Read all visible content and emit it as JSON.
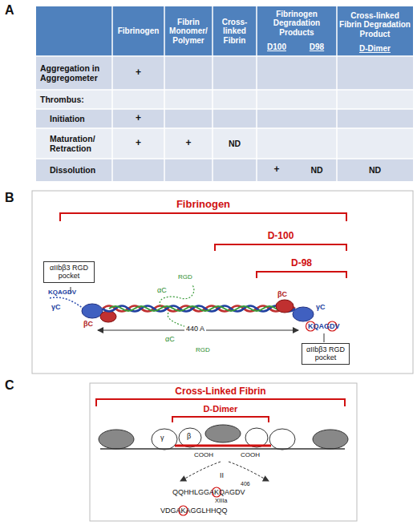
{
  "diagram": {
    "nodes": [
      {
        "text": [
          "αIIbβ3 RGD pocket"
        ]
      },
      {
        "text": [
          "αIIbβ3 RGD pocket"
        ]
      }
    ],
    "labels": [
      "A",
      "Fibrinogen",
      "Fibrin Monomer/ Polymer",
      "Cross-linked Fibrin",
      "Fibrinogen Degradation Products",
      "D100",
      "D98",
      "Cross-linked Fibrin Degradation Product",
      "D-Dimer",
      "Aggregation in Aggregometer",
      "+",
      "Thrombus:",
      "Initiation",
      "+",
      "Maturation/ Retraction",
      "+",
      "+",
      "ND",
      "Dissolution",
      "+",
      "ND",
      "ND",
      "B",
      "Fibrinogen",
      "D-100",
      "D-98",
      "KQAGDV",
      "γC",
      "βC",
      "RGD",
      "αC",
      "βC",
      "γC",
      "KQAGDV",
      "440 A",
      "αC",
      "RGD",
      "C",
      "Cross-Linked Fibrin",
      "D-Dimer",
      "γ",
      "β",
      "COOH",
      "COOH",
      "II",
      "406",
      "QQHHLGGAKQAGDV",
      "XIIIa",
      "VDGAKAGGLHHQQ"
    ]
  }
}
